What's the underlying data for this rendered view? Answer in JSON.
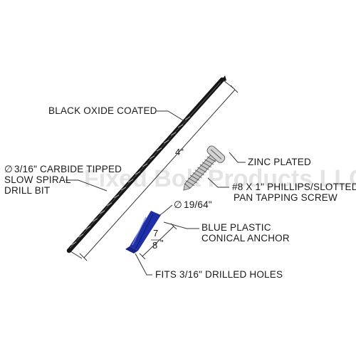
{
  "watermark": "Fixed Bolt Products LLC",
  "callouts": {
    "coating": "BLACK OXIDE COATED",
    "drill_line1": "3/16\" CARBIDE TIPPED",
    "drill_line2": "SLOW SPIRAL",
    "drill_line3": "DRILL BIT",
    "screw_finish": "ZINC PLATED",
    "screw_line1": "#8 X 1\" PHILLIPS/SLOTTED",
    "screw_line2": "PAN TAPPING SCREW",
    "anchor_diameter": "19/64\"",
    "anchor_line1": "BLUE PLASTIC",
    "anchor_line2": "CONICAL ANCHOR",
    "fits": "FITS 3/16\" DRILLED HOLES"
  },
  "dimensions": {
    "drill_length": "4\"",
    "anchor_len_num": "7",
    "anchor_len_den": "8",
    "anchor_len_unit": "\"",
    "diameter_symbol": "∅"
  },
  "colors": {
    "anchor_blue": "#1f2fa8",
    "drill_black": "#151515",
    "screw_silver": "#c8c8c8"
  }
}
